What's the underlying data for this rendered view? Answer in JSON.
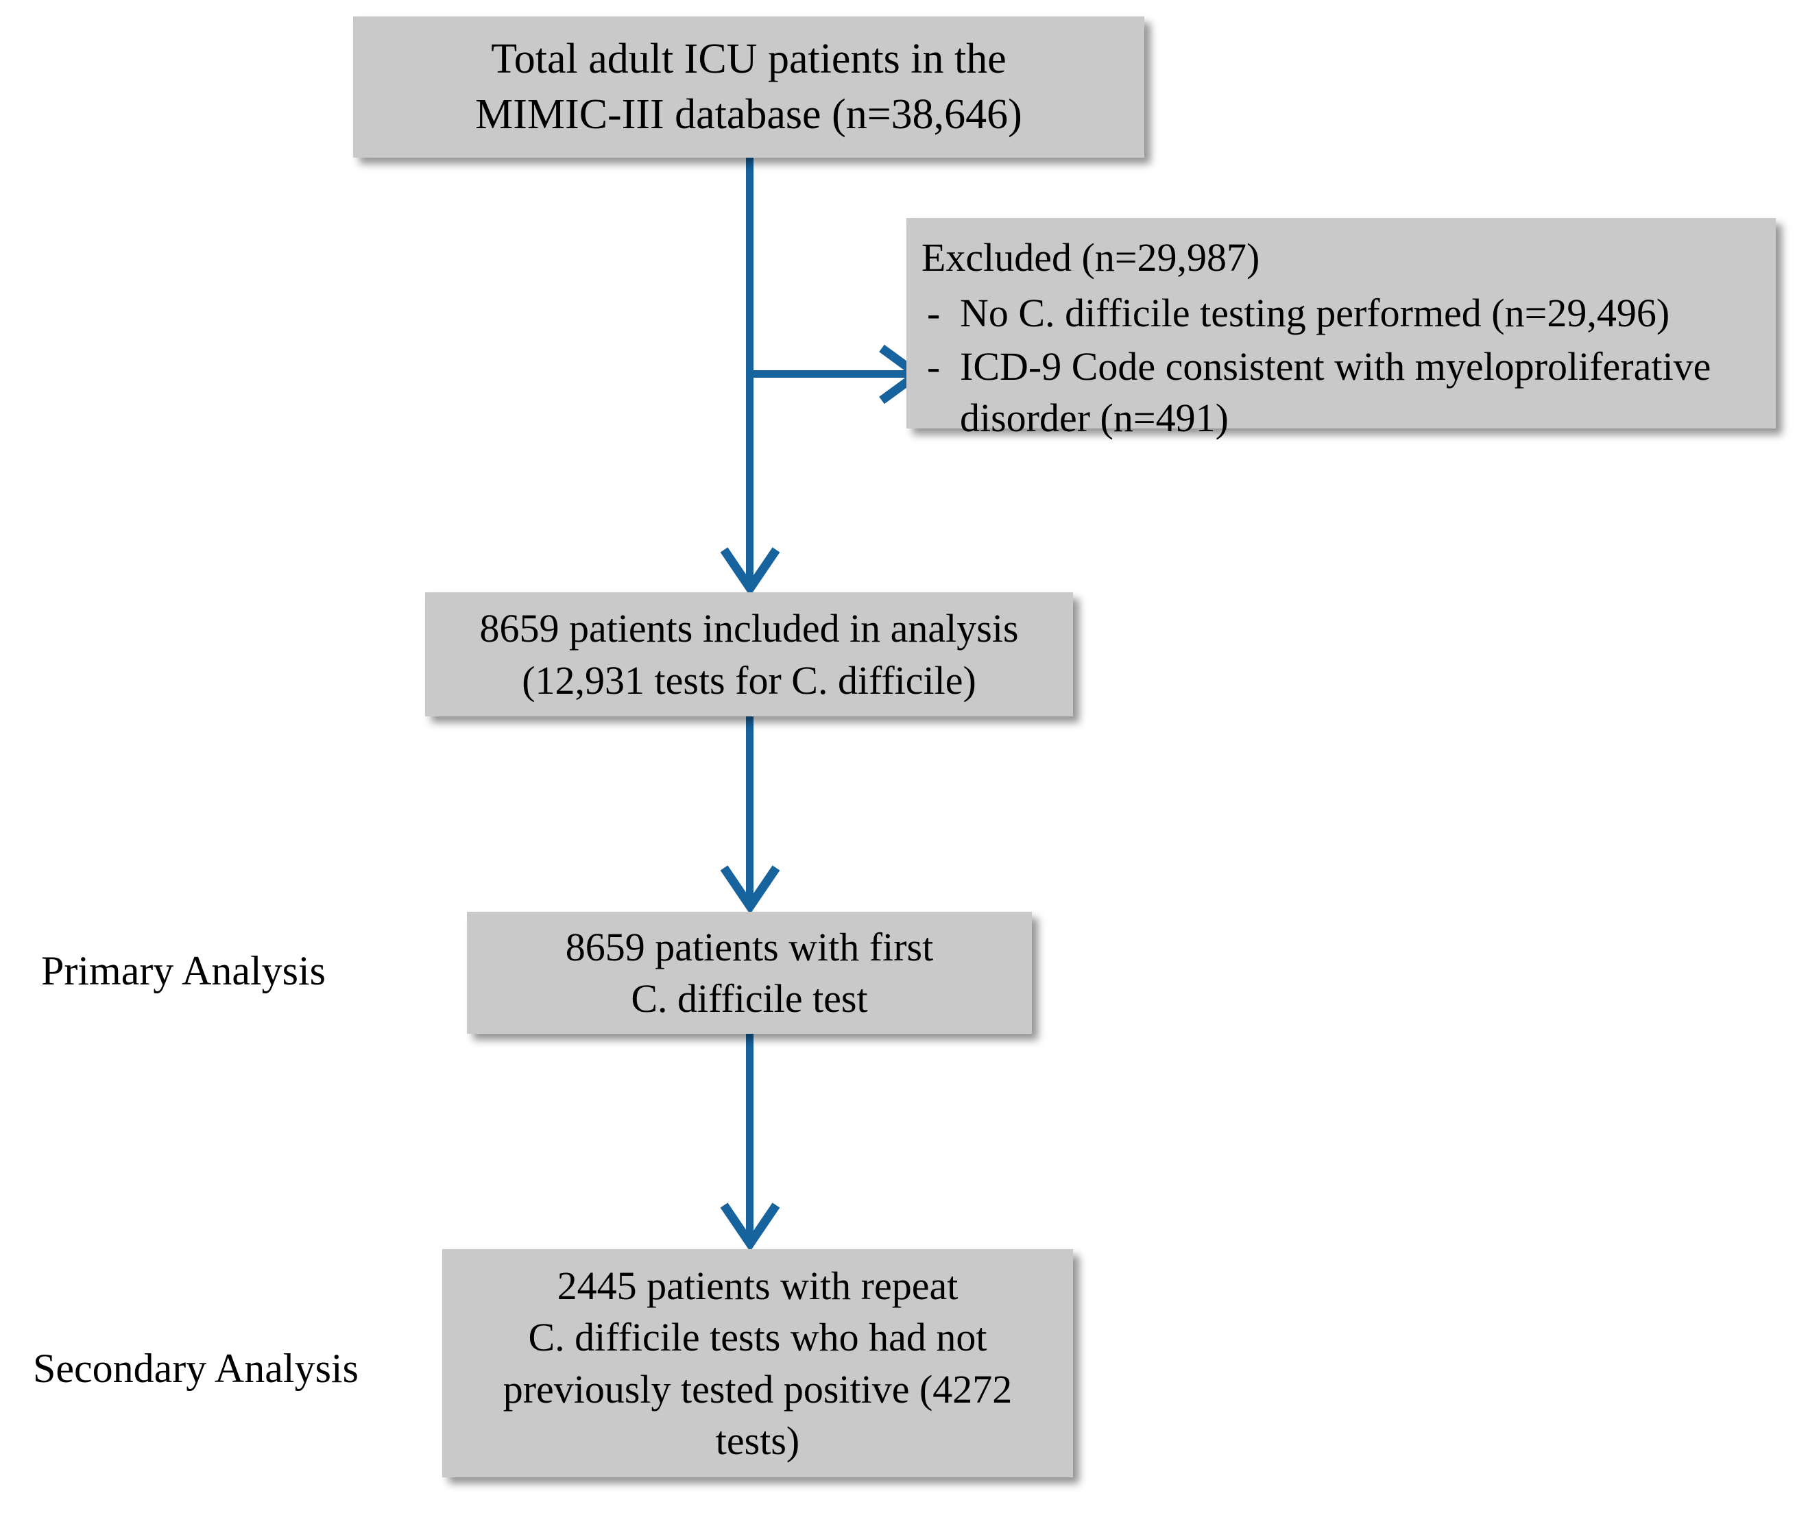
{
  "figure": {
    "type": "flowchart",
    "title": "Patient selection flow diagram",
    "accent_color": "#17639e",
    "box_fill_color": "#c9c9c9",
    "text_color": "#000000"
  },
  "boxes": {
    "total": {
      "lines": [
        "Total adult ICU patients in the",
        "MIMIC-III database (n=38,646)"
      ]
    },
    "excluded": {
      "title": "Excluded (n=29,987)",
      "bullet_marker": "-",
      "items": [
        "No C. difficile testing performed (n=29,496)",
        "ICD-9 Code consistent with myeloproliferative disorder (n=491)"
      ]
    },
    "included": {
      "lines": [
        "8659 patients included in analysis",
        "(12,931 tests for C. difficile)"
      ]
    },
    "primary": {
      "lines": [
        "8659 patients with first",
        "C. difficile test"
      ]
    },
    "secondary": {
      "lines": [
        "2445 patients with repeat",
        "C. difficile tests who had not",
        "previously tested positive (4272",
        "tests)"
      ]
    }
  },
  "stage_labels": {
    "primary": "Primary Analysis",
    "secondary": "Secondary Analysis"
  },
  "connectors": [
    {
      "name": "total-to-included",
      "style": "vertical-arrow"
    },
    {
      "name": "total-to-excluded",
      "style": "horizontal-branch-arrow"
    },
    {
      "name": "included-to-primary",
      "style": "vertical-arrow"
    },
    {
      "name": "primary-to-secondary",
      "style": "vertical-arrow"
    }
  ]
}
